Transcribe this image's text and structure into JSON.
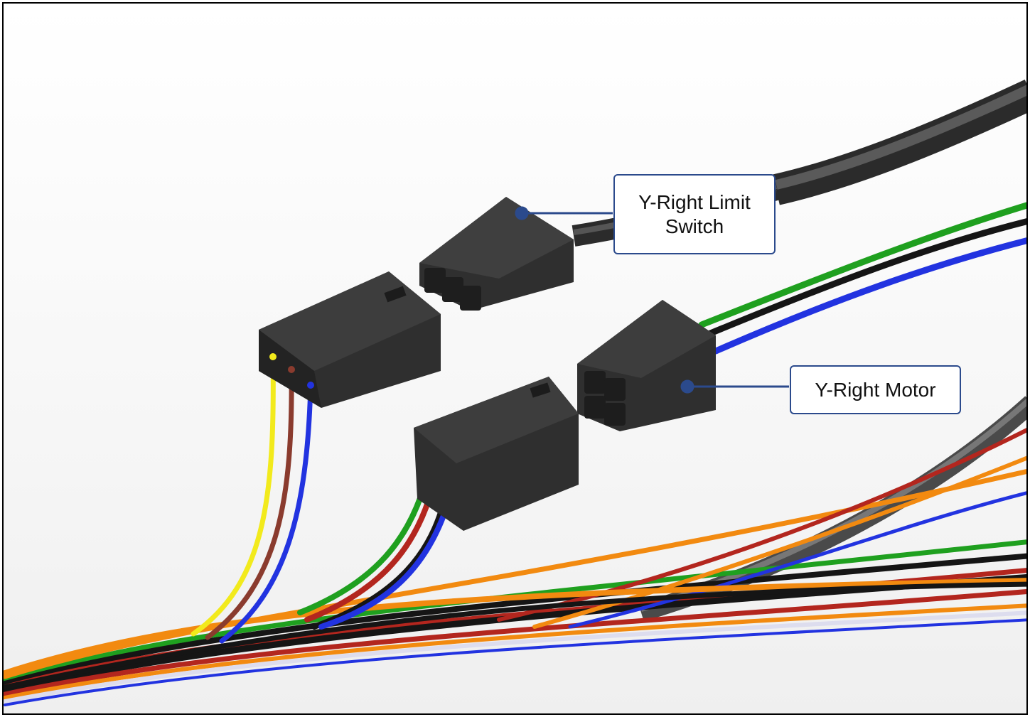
{
  "labels": {
    "limit_switch_line1": "Y-Right Limit",
    "limit_switch_line2": "Switch",
    "motor": "Y-Right Motor"
  },
  "colors": {
    "callout_border": "#2b4a8c",
    "leader_line": "#2b4a8c",
    "connector_body": "#2f2f2f",
    "wire_yellow": "#f2ea1c",
    "wire_brown": "#8a3b2e",
    "wire_blue": "#2233e0",
    "wire_green": "#1fa01f",
    "wire_black": "#151515",
    "wire_red": "#b3261e",
    "wire_orange": "#f28a10",
    "cable_gray": "#555555"
  }
}
